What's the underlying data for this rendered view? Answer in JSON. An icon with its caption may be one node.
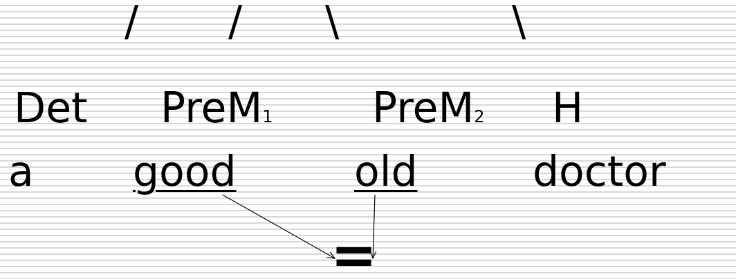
{
  "diagram": {
    "nodes": [
      {
        "text": [
          "good"
        ]
      },
      {
        "text": [
          "old"
        ]
      },
      {
        "text": [
          "="
        ]
      }
    ],
    "edges": [
      {
        "from": 0,
        "to": 2,
        "arrow": "to"
      },
      {
        "from": 1,
        "to": 2,
        "arrow": "to"
      }
    ],
    "labels": [
      "/",
      "/",
      "\\",
      "\\",
      "Det",
      "PreM$_{1}$",
      "PreM$_{2}$",
      "H",
      "a",
      "doctor"
    ]
  }
}
